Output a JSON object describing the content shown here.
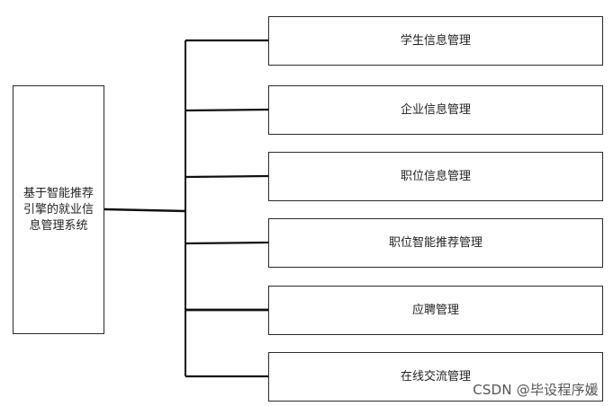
{
  "diagram": {
    "root": {
      "label": "基于智能推荐引擎的就业信息管理系统"
    },
    "children": [
      {
        "label": "学生信息管理"
      },
      {
        "label": "企业信息管理"
      },
      {
        "label": "职位信息管理"
      },
      {
        "label": "职位智能推荐管理"
      },
      {
        "label": "应聘管理"
      },
      {
        "label": "在线交流管理"
      }
    ]
  },
  "watermark": "CSDN @毕设程序媛"
}
